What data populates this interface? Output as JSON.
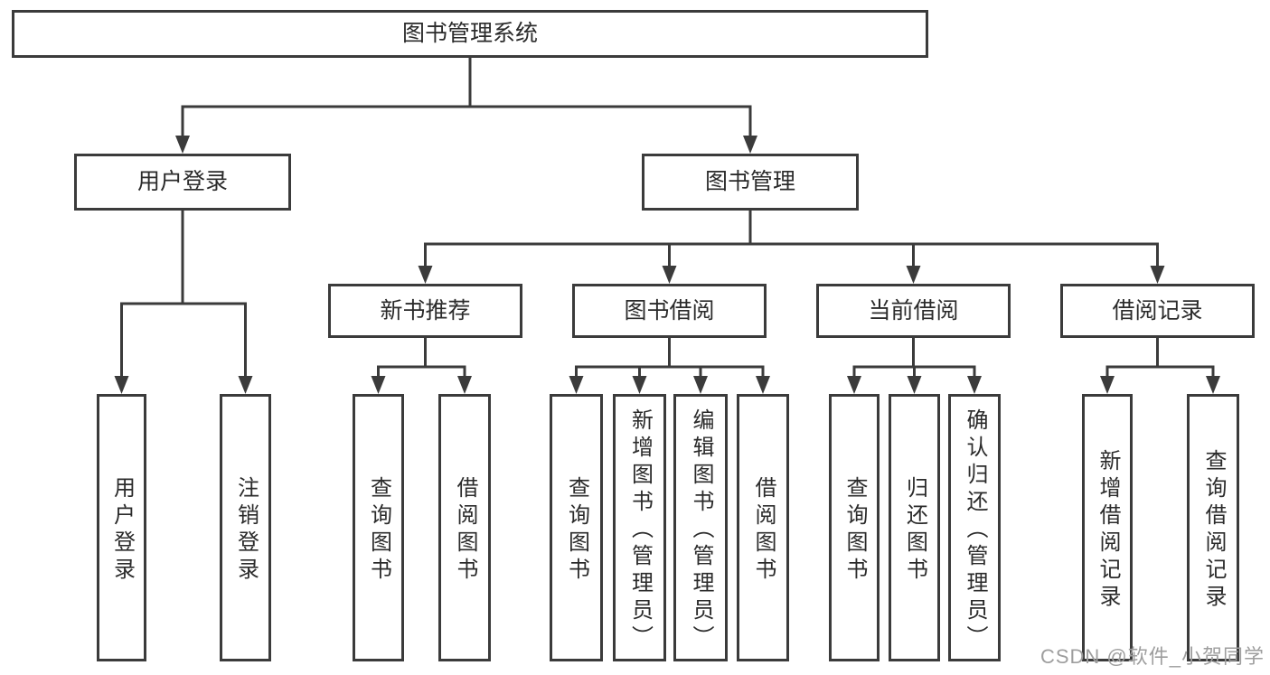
{
  "colors": {
    "line": "#3b3b3b",
    "text": "#2b2b2b",
    "box_background": "#ffffff",
    "page_background": "#ffffff",
    "watermark": "#9e9e9e"
  },
  "tree": {
    "root": {
      "label": "图书管理系统"
    },
    "branches": [
      {
        "label": "用户登录",
        "leaves": [
          {
            "label": "用户登录"
          },
          {
            "label": "注销登录"
          }
        ]
      },
      {
        "label": "图书管理",
        "groups": [
          {
            "label": "新书推荐",
            "leaves": [
              {
                "label": "查询图书"
              },
              {
                "label": "借阅图书"
              }
            ]
          },
          {
            "label": "图书借阅",
            "leaves": [
              {
                "label": "查询图书"
              },
              {
                "label": "新增图书（管理员）"
              },
              {
                "label": "编辑图书（管理员）"
              },
              {
                "label": "借阅图书"
              }
            ]
          },
          {
            "label": "当前借阅",
            "leaves": [
              {
                "label": "查询图书"
              },
              {
                "label": "归还图书"
              },
              {
                "label": "确认归还（管理员）"
              }
            ]
          },
          {
            "label": "借阅记录",
            "leaves": [
              {
                "label": "新增借阅记录"
              },
              {
                "label": "查询借阅记录"
              }
            ]
          }
        ]
      }
    ]
  },
  "watermark": {
    "text": "CSDN @软件_小贺同学"
  }
}
